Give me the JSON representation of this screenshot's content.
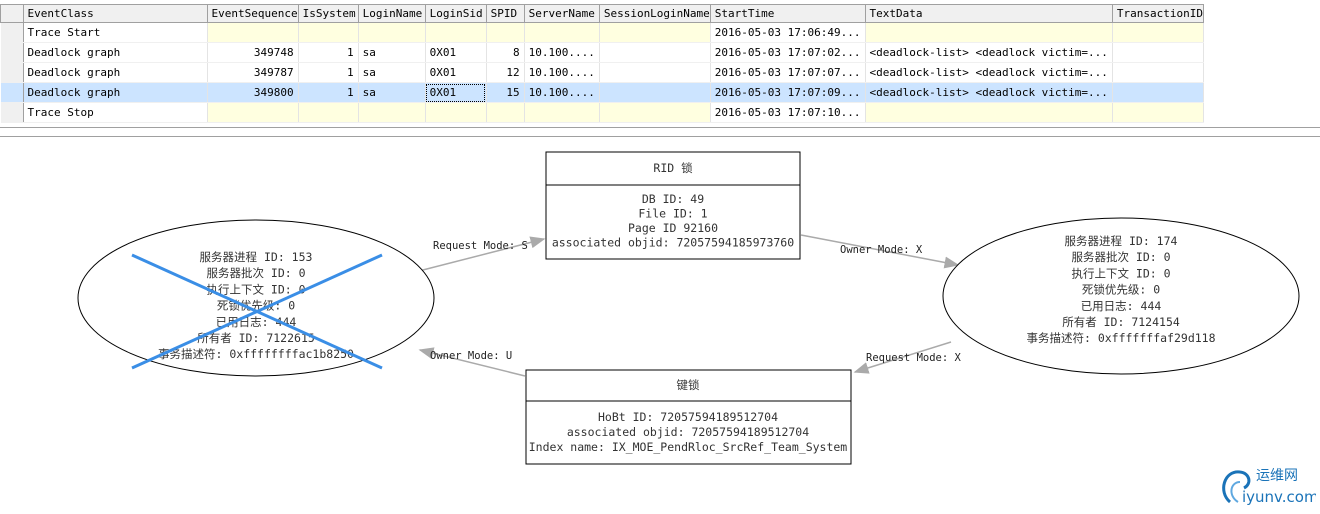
{
  "grid": {
    "columns": [
      "EventClass",
      "EventSequence",
      "IsSystem",
      "LoginName",
      "LoginSid",
      "SPID",
      "ServerName",
      "SessionLoginName",
      "StartTime",
      "TextData",
      "TransactionID"
    ],
    "rows": [
      {
        "event": "Trace Start",
        "seq": "",
        "sys": "",
        "login": "",
        "sid": "",
        "spid": "",
        "server": "",
        "session": "",
        "start": "2016-05-03 17:06:49...",
        "text": "",
        "tid": "",
        "kind": "trace"
      },
      {
        "event": "Deadlock graph",
        "seq": "349748",
        "sys": "1",
        "login": "sa",
        "sid": "0X01",
        "spid": "8",
        "server": "10.100....",
        "session": "",
        "start": "2016-05-03 17:07:02...",
        "text": "<deadlock-list>   <deadlock victim=...",
        "tid": "",
        "kind": "data"
      },
      {
        "event": "Deadlock graph",
        "seq": "349787",
        "sys": "1",
        "login": "sa",
        "sid": "0X01",
        "spid": "12",
        "server": "10.100....",
        "session": "",
        "start": "2016-05-03 17:07:07...",
        "text": "<deadlock-list>   <deadlock victim=...",
        "tid": "",
        "kind": "data"
      },
      {
        "event": "Deadlock graph",
        "seq": "349800",
        "sys": "1",
        "login": "sa",
        "sid": "0X01",
        "spid": "15",
        "server": "10.100....",
        "session": "",
        "start": "2016-05-03 17:07:09...",
        "text": "<deadlock-list>   <deadlock victim=...",
        "tid": "",
        "kind": "selected"
      },
      {
        "event": "Trace Stop",
        "seq": "",
        "sys": "",
        "login": "",
        "sid": "",
        "spid": "",
        "server": "",
        "session": "",
        "start": "2016-05-03 17:07:10...",
        "text": "",
        "tid": "",
        "kind": "trace"
      }
    ]
  },
  "graph": {
    "victim_process": [
      "服务器进程 ID: 153",
      "服务器批次 ID: 0",
      "执行上下文 ID: 0",
      "死锁优先级: 0",
      "已用日志: 444",
      "所有者 ID: 7122615",
      "事务描述符: 0xffffffffac1b8250"
    ],
    "other_process": [
      "服务器进程 ID: 174",
      "服务器批次 ID: 0",
      "执行上下文 ID: 0",
      "死锁优先级: 0",
      "已用日志: 444",
      "所有者 ID: 7124154",
      "事务描述符: 0xfffffffaf29d118"
    ],
    "rid_lock": {
      "title": "RID 锁",
      "lines": [
        "DB ID: 49",
        "File ID: 1",
        "Page ID 92160",
        "associated objid: 72057594185973760"
      ]
    },
    "key_lock": {
      "title": "键锁",
      "lines": [
        "HoBt ID: 72057594189512704",
        "associated objid: 72057594189512704",
        "Index name: IX_MOE_PendRloc_SrcRef_Team_System"
      ]
    },
    "edges": {
      "req_s": "Request Mode: S",
      "owner_x": "Owner Mode: X",
      "req_x": "Request Mode: X",
      "owner_u": "Owner Mode: U"
    }
  },
  "logo": {
    "text_cn": "运维网",
    "text_en": "iyunv.com",
    "color": "#1a73b8"
  }
}
